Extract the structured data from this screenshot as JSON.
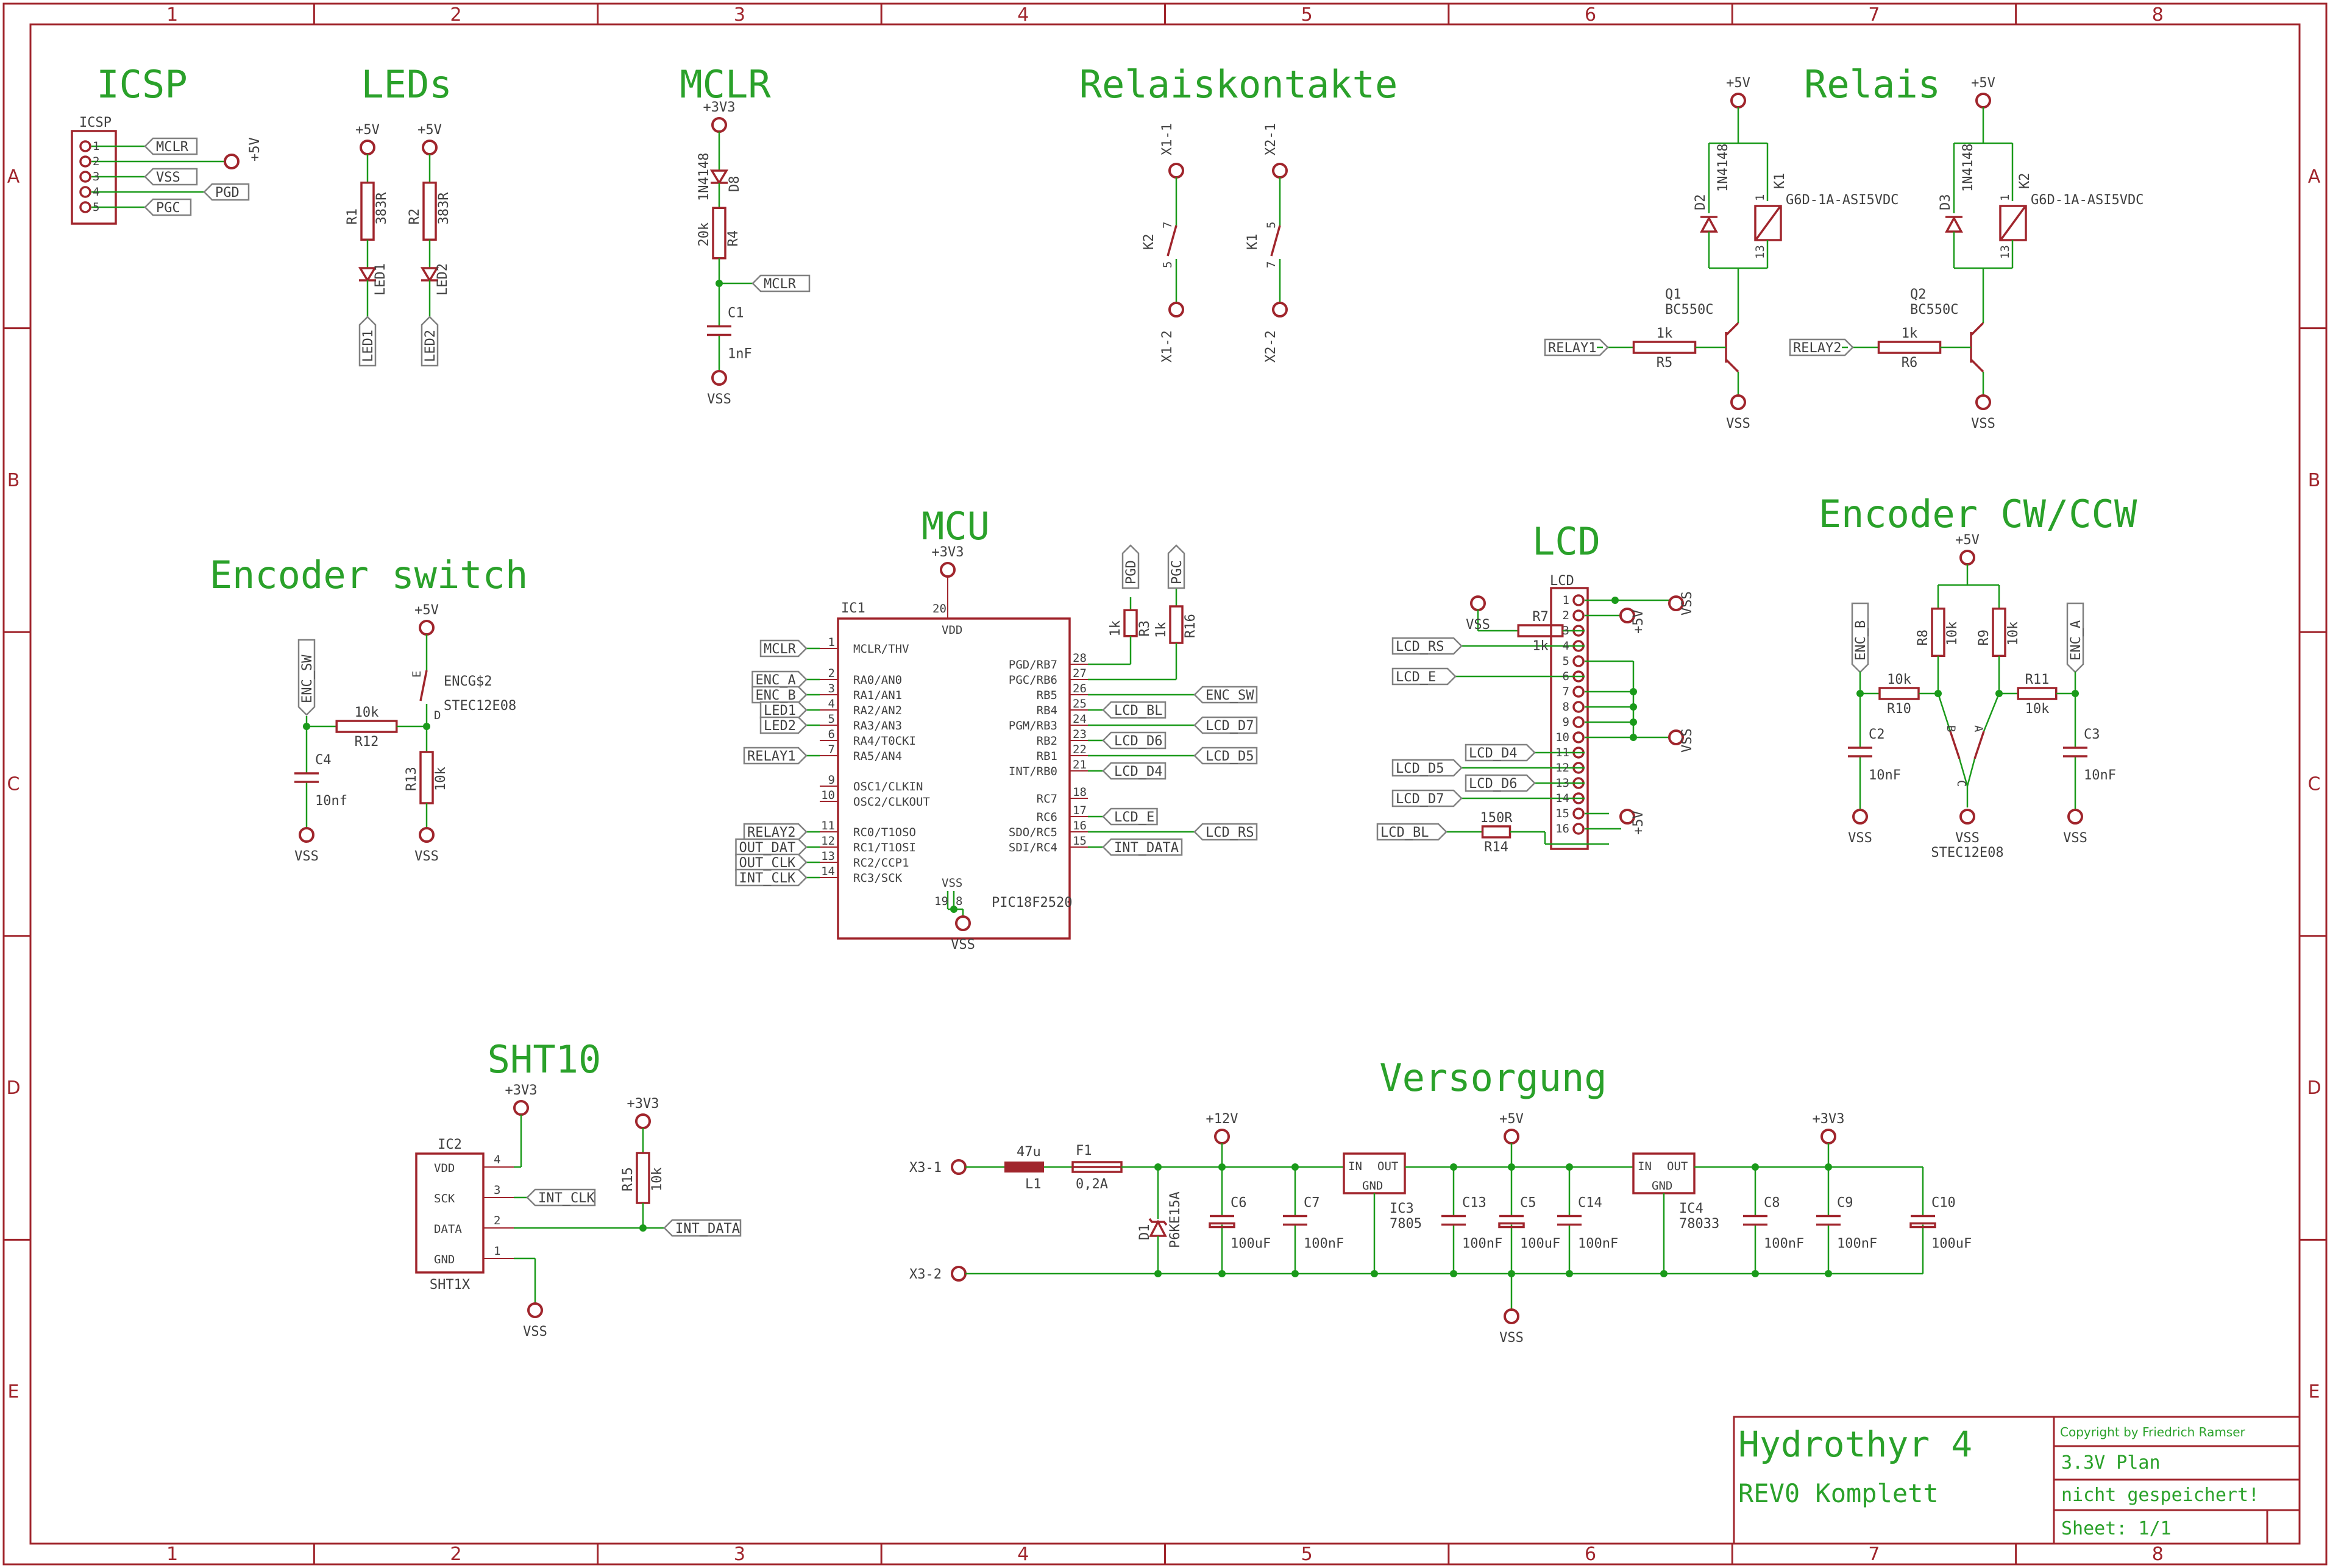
{
  "frame": {
    "columns": [
      "1",
      "2",
      "3",
      "4",
      "5",
      "6",
      "7",
      "8"
    ],
    "rows": [
      "A",
      "B",
      "C",
      "D",
      "E"
    ]
  },
  "sections": {
    "icsp": "ICSP",
    "leds": "LEDs",
    "mclr": "MCLR",
    "relaiskontakte": "Relaiskontakte",
    "relais": "Relais",
    "encoder_switch": "Encoder switch",
    "mcu": "MCU",
    "lcd": "LCD",
    "encoder_cw": "Encoder CW/CCW",
    "sht10": "SHT10",
    "versorgung": "Versorgung"
  },
  "supplies": {
    "p5v": "+5V",
    "p3v3": "+3V3",
    "p12v": "+12V",
    "vss": "VSS"
  },
  "icsp": {
    "name": "ICSP",
    "pins": [
      "1",
      "2",
      "3",
      "4",
      "5"
    ],
    "labels": [
      "MCLR",
      "VSS",
      "PGD",
      "PGC"
    ]
  },
  "leds": {
    "r1": {
      "name": "R1",
      "value": "383R"
    },
    "r2": {
      "name": "R2",
      "value": "383R"
    },
    "led1": {
      "name": "LED1",
      "net": "LED1"
    },
    "led2": {
      "name": "LED2",
      "net": "LED2"
    }
  },
  "mclr": {
    "d8": {
      "name": "D8",
      "value": "1N4148"
    },
    "r4": {
      "name": "R4",
      "value": "20k"
    },
    "c1": {
      "name": "C1",
      "value": "1nF"
    },
    "net": "MCLR"
  },
  "relaiskontakte": {
    "k2": {
      "name": "K2",
      "pins": [
        "7",
        "5"
      ],
      "top": "X1-1",
      "bottom": "X1-2"
    },
    "k1": {
      "name": "K1",
      "pins": [
        "5",
        "7"
      ],
      "top": "X2-1",
      "bottom": "X2-2"
    }
  },
  "relais": {
    "ch1": {
      "diode": "D2",
      "diode_value": "1N4148",
      "relay": "K1",
      "relay_value": "G6D-1A-ASI5VDC",
      "pins": [
        "1",
        "13"
      ],
      "transistor": "Q1",
      "transistor_value": "BC550C",
      "resistor": "R5",
      "resistor_value": "1k",
      "net": "RELAY1"
    },
    "ch2": {
      "diode": "D3",
      "diode_value": "1N4148",
      "relay": "K2",
      "relay_value": "G6D-1A-ASI5VDC",
      "pins": [
        "1",
        "13"
      ],
      "transistor": "Q2",
      "transistor_value": "BC550C",
      "resistor": "R6",
      "resistor_value": "1k",
      "net": "RELAY2"
    }
  },
  "encoder_switch": {
    "net": "ENC_SW",
    "r12": {
      "name": "R12",
      "value": "10k"
    },
    "r13": {
      "name": "R13",
      "value": "10k"
    },
    "c4": {
      "name": "C4",
      "value": "10nf"
    },
    "switch": "ENCG$2",
    "switch_value": "STEC12E08",
    "pins": [
      "E",
      "D"
    ]
  },
  "mcu": {
    "name": "IC1",
    "value": "PIC18F2520",
    "vdd": "VDD",
    "vss": "VSS",
    "vdd_pin": "20",
    "vss_pins": [
      "19",
      "8"
    ],
    "left_pins": [
      {
        "num": "1",
        "name": "MCLR/THV",
        "net": "MCLR"
      },
      {
        "num": "2",
        "name": "RA0/AN0",
        "net": "ENC_A"
      },
      {
        "num": "3",
        "name": "RA1/AN1",
        "net": "ENC_B"
      },
      {
        "num": "4",
        "name": "RA2/AN2",
        "net": "LED1"
      },
      {
        "num": "5",
        "name": "RA3/AN3",
        "net": "LED2"
      },
      {
        "num": "6",
        "name": "RA4/T0CKI",
        "net": ""
      },
      {
        "num": "7",
        "name": "RA5/AN4",
        "net": "RELAY1"
      },
      {
        "num": "9",
        "name": "OSC1/CLKIN",
        "net": ""
      },
      {
        "num": "10",
        "name": "OSC2/CLKOUT",
        "net": ""
      },
      {
        "num": "11",
        "name": "RC0/T1OSO",
        "net": "RELAY2"
      },
      {
        "num": "12",
        "name": "RC1/T1OSI",
        "net": "OUT_DAT"
      },
      {
        "num": "13",
        "name": "RC2/CCP1",
        "net": "OUT_CLK"
      },
      {
        "num": "14",
        "name": "RC3/SCK",
        "net": "INT_CLK"
      }
    ],
    "right_pins": [
      {
        "num": "28",
        "name": "PGD/RB7",
        "net": ""
      },
      {
        "num": "27",
        "name": "PGC/RB6",
        "net": ""
      },
      {
        "num": "26",
        "name": "RB5",
        "net": "ENC_SW"
      },
      {
        "num": "25",
        "name": "RB4",
        "net": "LCD_BL"
      },
      {
        "num": "24",
        "name": "PGM/RB3",
        "net": "LCD_D7"
      },
      {
        "num": "23",
        "name": "RB2",
        "net": "LCD_D6"
      },
      {
        "num": "22",
        "name": "RB1",
        "net": "LCD_D5"
      },
      {
        "num": "21",
        "name": "INT/RB0",
        "net": "LCD_D4"
      },
      {
        "num": "18",
        "name": "RC7",
        "net": ""
      },
      {
        "num": "17",
        "name": "RC6",
        "net": "LCD_E"
      },
      {
        "num": "16",
        "name": "SDO/RC5",
        "net": "LCD_RS"
      },
      {
        "num": "15",
        "name": "SDI/RC4",
        "net": "INT_DATA"
      }
    ],
    "r3": {
      "name": "R3",
      "value": "1k",
      "net": "PGD"
    },
    "r16": {
      "name": "R16",
      "value": "1k",
      "net": "PGC"
    }
  },
  "lcd": {
    "name": "LCD",
    "pins": [
      "1",
      "2",
      "3",
      "4",
      "5",
      "6",
      "7",
      "8",
      "9",
      "10",
      "11",
      "12",
      "13",
      "14",
      "15",
      "16"
    ],
    "nets": [
      "LCD_RS",
      "LCD_E",
      "LCD_D4",
      "LCD_D5",
      "LCD_D6",
      "LCD_D7",
      "LCD_BL"
    ],
    "r7": {
      "name": "R7",
      "value": "1k"
    },
    "r14": {
      "name": "R14",
      "value": "150R"
    }
  },
  "encoder_cw": {
    "enc_b": "ENC_B",
    "enc_a": "ENC_A",
    "r8": {
      "name": "R8",
      "value": "10k"
    },
    "r9": {
      "name": "R9",
      "value": "10k"
    },
    "r10": {
      "name": "R10",
      "value": "10k"
    },
    "r11": {
      "name": "R11",
      "value": "10k"
    },
    "c2": {
      "name": "C2",
      "value": "10nF"
    },
    "c3": {
      "name": "C3",
      "value": "10nF"
    },
    "switch_value": "STEC12E08",
    "pins": [
      "B",
      "A",
      "C"
    ]
  },
  "sht10": {
    "name": "IC2",
    "value": "SHT1X",
    "pins": [
      {
        "num": "4",
        "name": "VDD"
      },
      {
        "num": "3",
        "name": "SCK",
        "net": "INT_CLK"
      },
      {
        "num": "2",
        "name": "DATA",
        "net": "INT_DATA"
      },
      {
        "num": "1",
        "name": "GND"
      }
    ],
    "r15": {
      "name": "R15",
      "value": "10k"
    }
  },
  "versorgung": {
    "x3_1": "X3-1",
    "x3_2": "X3-2",
    "l1": {
      "name": "L1",
      "value": "47u"
    },
    "f1": {
      "name": "F1",
      "value": "0,2A"
    },
    "d1": {
      "name": "D1",
      "value": "P6KE15A"
    },
    "c6": {
      "name": "C6",
      "value": "100uF"
    },
    "c7": {
      "name": "C7",
      "value": "100nF"
    },
    "ic3": {
      "name": "IC3",
      "value": "7805",
      "in": "IN",
      "out": "OUT",
      "gnd": "GND"
    },
    "c13": {
      "name": "C13",
      "value": "100nF"
    },
    "c5": {
      "name": "C5",
      "value": "100uF"
    },
    "c14": {
      "name": "C14",
      "value": "100nF"
    },
    "ic4": {
      "name": "IC4",
      "value": "78033",
      "in": "IN",
      "out": "OUT",
      "gnd": "GND"
    },
    "c8": {
      "name": "C8",
      "value": "100nF"
    },
    "c9": {
      "name": "C9",
      "value": "100nF"
    },
    "c10": {
      "name": "C10",
      "value": "100uF"
    }
  },
  "title_block": {
    "project": "Hydrothyr 4",
    "revision": "REV0 Komplett",
    "copyright": "Copyright by Friedrich Ramser",
    "plan": "3.3V Plan",
    "status": "nicht gespeichert!",
    "sheet": "Sheet: 1/1"
  },
  "colors": {
    "frame": "#a0252c",
    "net": "#1a9a1a",
    "heading": "#2aa12a",
    "label": "#808080"
  }
}
